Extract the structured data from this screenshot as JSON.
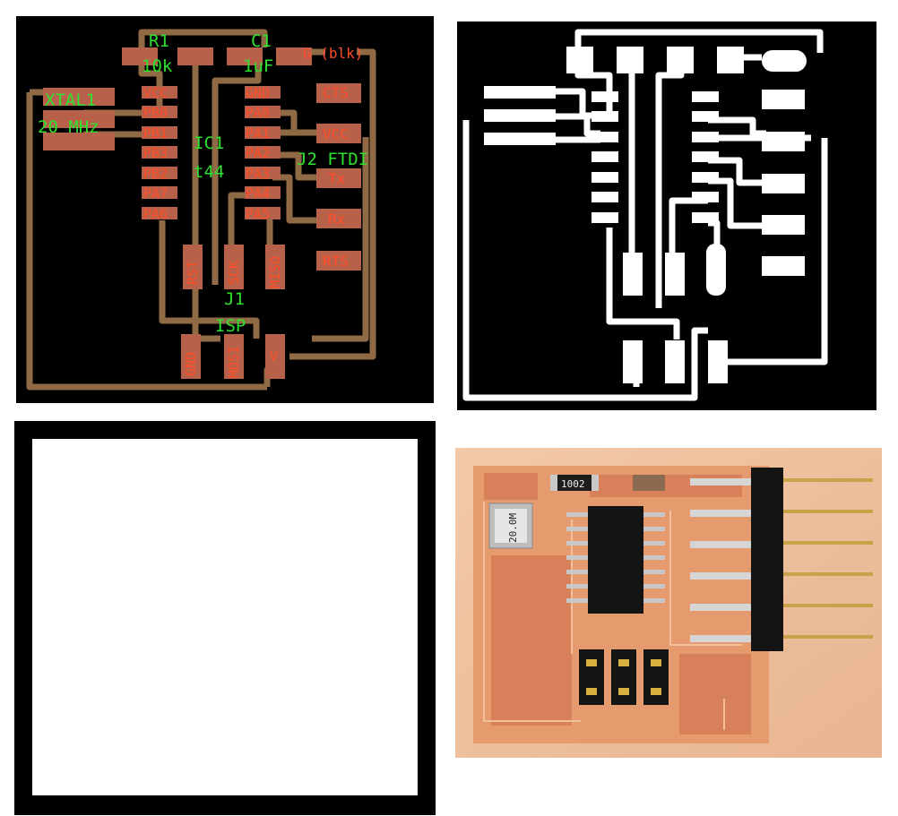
{
  "colors": {
    "background": "#000000",
    "trace": "#8f6a44",
    "pad": "#b8614a",
    "pin_label": "#ff4e2a",
    "part_label": "#2fe12f",
    "white": "#ffffff",
    "board": "#e2a27a",
    "copper": "#d7805a",
    "chip": "#141414"
  },
  "layout_panel": {
    "parts": {
      "r1_ref": "R1",
      "r1_val": "10k",
      "c1_ref": "C1",
      "c1_val": "1uF",
      "xtal_ref": "XTAL1",
      "xtal_val": "20 MHz",
      "ic_ref": "IC1",
      "ic_val": "t44",
      "ftdi_ref": "J2 FTDI",
      "isp_ref": "J1",
      "isp_val": "ISP"
    },
    "ic_left_pins": [
      "VCC",
      "PB0",
      "PB1",
      "PB3",
      "PB2",
      "PA7",
      "PA6"
    ],
    "ic_right_pins": [
      "GND",
      "PA0",
      "PA1",
      "PA2",
      "PA3",
      "PA4",
      "PA5"
    ],
    "ftdi_pins": [
      "G (blk)",
      "CTS",
      "VCC",
      "Tx",
      "Rx",
      "RTS"
    ],
    "isp_pins": [
      "RST",
      "SCK",
      "MISO",
      "GND",
      "MOSI",
      "V"
    ]
  },
  "photo_panel": {
    "crystal_marking": "20.0M",
    "resistor_marking": "1002"
  }
}
